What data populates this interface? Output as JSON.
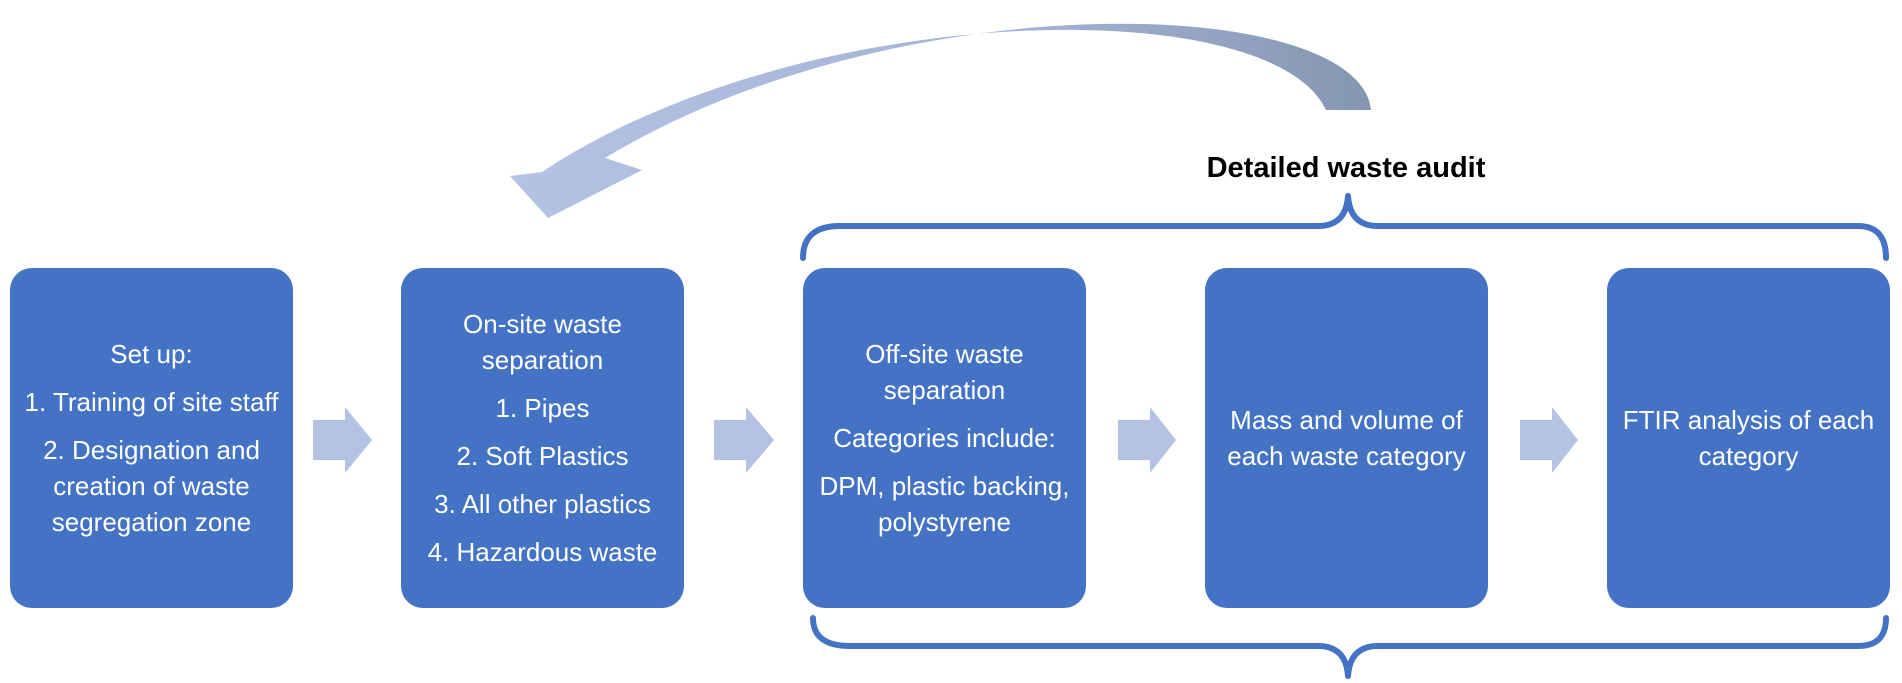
{
  "colors": {
    "box_fill": "#4472c4",
    "box_text": "#ffffff",
    "arrow_fill": "#b4c3e3",
    "brace_stroke": "#4472c4",
    "loop_arrow_light": "#b4c3e3",
    "loop_arrow_dark": "#8497b0"
  },
  "audit_label": "Detailed waste audit",
  "boxes": [
    {
      "id": "setup",
      "paragraphs": [
        "Set up:",
        "1. Training of site staff",
        "2. Designation and creation of waste segregation zone"
      ]
    },
    {
      "id": "onsite",
      "paragraphs": [
        "On-site waste separation",
        "1. Pipes",
        "2. Soft Plastics",
        "3. All other plastics",
        "4. Hazardous waste"
      ]
    },
    {
      "id": "offsite",
      "paragraphs": [
        "Off-site waste separation",
        "Categories include:",
        "DPM, plastic backing, polystyrene"
      ]
    },
    {
      "id": "mass",
      "paragraphs": [
        "Mass and volume of each waste category"
      ]
    },
    {
      "id": "ftir",
      "paragraphs": [
        "FTIR analysis of each category"
      ]
    }
  ],
  "icons": {
    "flow_arrow": "right-block-arrow",
    "loop_arrow": "curved-back-arrow",
    "brace": "curly-brace"
  }
}
